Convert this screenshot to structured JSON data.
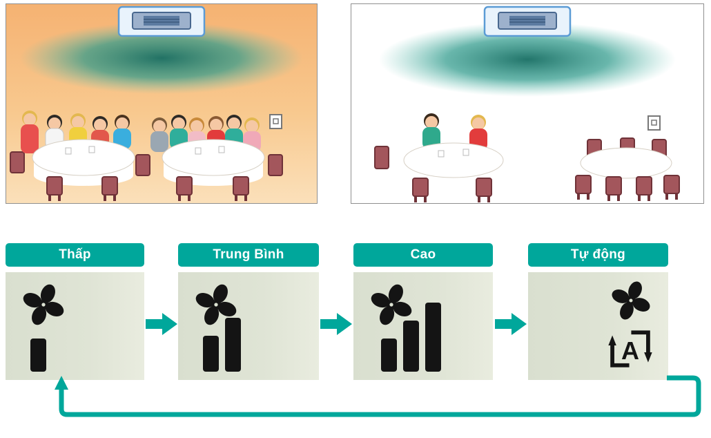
{
  "flow": {
    "steps": [
      {
        "id": "low",
        "label": "Thấp",
        "bars": 1
      },
      {
        "id": "medium",
        "label": "Trung Bình",
        "bars": 2
      },
      {
        "id": "high",
        "label": "Cao",
        "bars": 3
      },
      {
        "id": "auto",
        "label": "Tự động",
        "bars": 0,
        "auto_letter": "A"
      }
    ],
    "icons": {
      "step_icon": "fan-icon",
      "auto_icon": "auto-cycle-icon",
      "between_steps": "arrow-right-icon",
      "loop": "auto-cycle-loop-arrow"
    },
    "colors": {
      "teal_accent": "#00A79B",
      "panel_background": "#dde3d3",
      "header_text": "#ffffff",
      "icon_black": "#141414"
    }
  },
  "scenes": {
    "left": {
      "id": "crowded-room",
      "background": "#f6b877",
      "airflow_color": "#2e9a8b"
    },
    "right": {
      "id": "sparse-room",
      "background": "#ffffff",
      "airflow_color": "#2e9a8b"
    }
  }
}
